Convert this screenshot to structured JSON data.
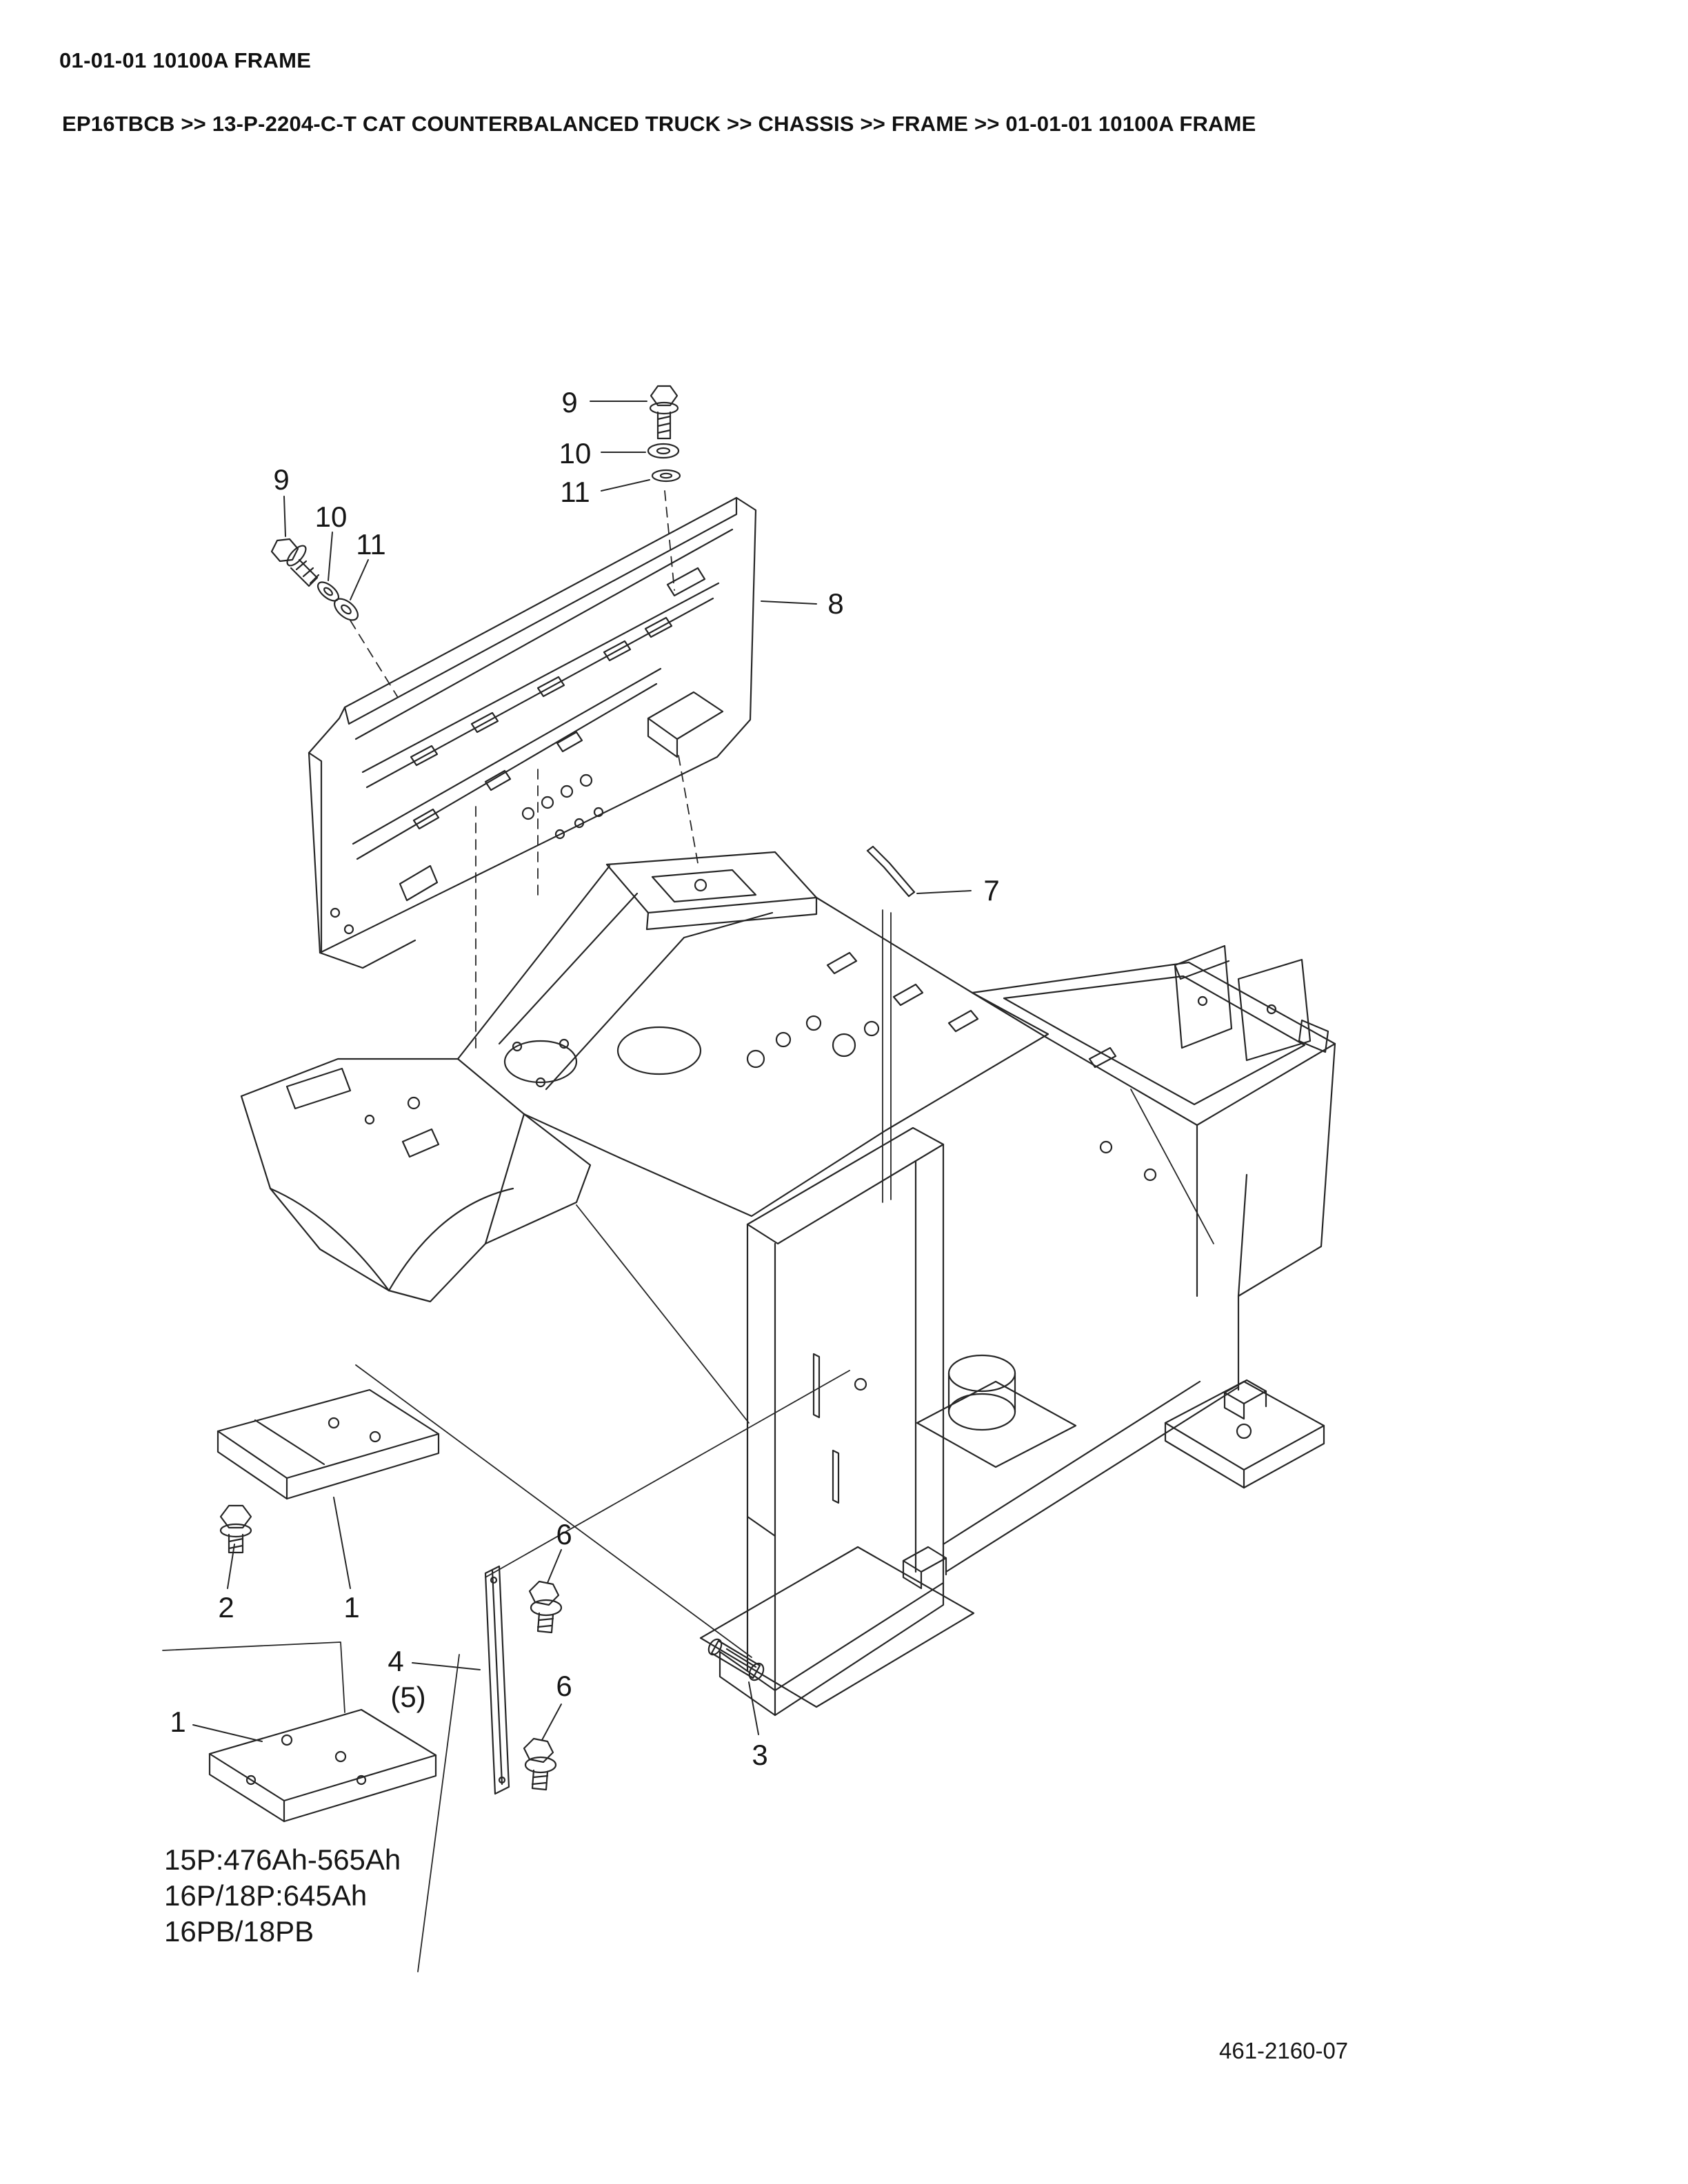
{
  "page": {
    "header": "01-01-01 10100A FRAME",
    "breadcrumb": "EP16TBCB >> 13-P-2204-C-T CAT COUNTERBALANCED TRUCK >> CHASSIS >> FRAME >> 01-01-01 10100A FRAME",
    "doc_number": "461-2160-07"
  },
  "diagram": {
    "callouts": [
      {
        "label": "9"
      },
      {
        "label": "10"
      },
      {
        "label": "11"
      },
      {
        "label": "9"
      },
      {
        "label": "10"
      },
      {
        "label": "11"
      },
      {
        "label": "8"
      },
      {
        "label": "7"
      },
      {
        "label": "6"
      },
      {
        "label": "2"
      },
      {
        "label": "1"
      },
      {
        "label": "4"
      },
      {
        "label": "(5)"
      },
      {
        "label": "6"
      },
      {
        "label": "1"
      },
      {
        "label": "3"
      }
    ],
    "battery_note": {
      "line1": "15P:476Ah-565Ah",
      "line2": "16P/18P:645Ah",
      "line3": "16PB/18PB"
    }
  }
}
